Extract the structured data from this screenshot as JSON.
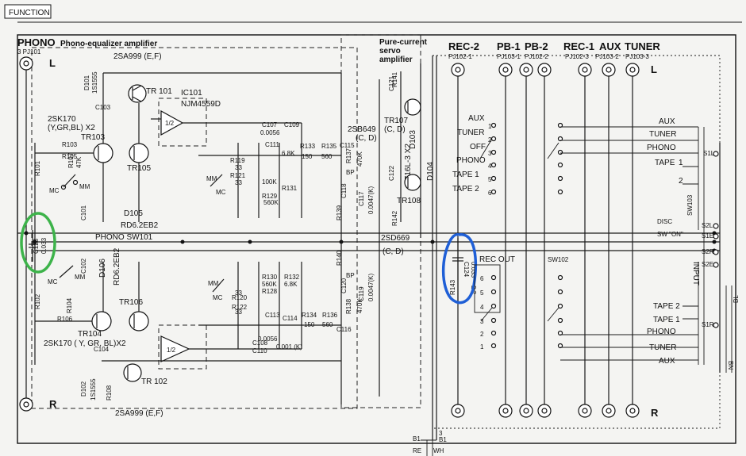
{
  "header": {
    "section_label": "FUNCTION"
  },
  "colors": {
    "green_circle": "#3db34a",
    "blue_circle": "#1f5fd6"
  },
  "left": {
    "phono_title": "PHONO",
    "phono_subtitle": "Phono-equalizer amplifier",
    "jack": "3 PJ101",
    "ch_L": "L",
    "ch_R": "R",
    "q_2sa999_top": "2SA999 (E,F)",
    "q_2sa999_bot": "2SA999 (E,F)",
    "d101": "D101",
    "d101_part": "1S1555",
    "d102": "D102",
    "d102_part": "1S1555",
    "tr101": "TR 101",
    "tr102": "TR 102",
    "tr103": "TR103",
    "tr104": "TR104",
    "tr105": "TR105",
    "tr106": "TR106",
    "q_2sk170_top_a": "2SK170",
    "q_2sk170_top_b": "(Y,GR,BL) X2",
    "q_2sk170_bot": "2SK170 ( Y, GR, BL)X2",
    "ic101": "IC101",
    "ic_part": "NJM4559D",
    "half": "1/2",
    "d105": "D105",
    "d105_part": "RD6.2EB2",
    "d106": "D106",
    "d106_part": "RD6.2EB2",
    "c123": "C123",
    "c123_val": "0.033",
    "sw101": "PHONO SW101",
    "mc": "MC",
    "mm": "MM",
    "r103": "R103",
    "r105": "R105",
    "r107": "R107",
    "r101": "R101",
    "r102": "R102",
    "r104": "R104",
    "r106": "R106",
    "r108": "R108",
    "c101": "C101",
    "c102": "C102",
    "c103": "C103",
    "c104": "C104",
    "r119": "R119",
    "r121": "R121",
    "r120": "R120",
    "r122": "R122",
    "r128": "R128",
    "r129": "R129",
    "r130": "R130",
    "r131": "R131",
    "r132": "R132",
    "r133": "R133",
    "r134": "R134",
    "r135": "R135",
    "r136": "R136",
    "c107": "C107",
    "c109": "C109",
    "c108": "C108",
    "c110": "C110",
    "c111": "C111",
    "c113": "C113",
    "c114": "C114",
    "c115": "C115",
    "c116": "C116",
    "val_33a": "33",
    "val_33b": "33",
    "val_33c": "33",
    "val_33d": "33",
    "val_150a": "150",
    "val_150b": "150",
    "val_560a": "560",
    "val_560b": "560",
    "val_560k": "560K",
    "val_100k": "100K",
    "val_68k": "6.8K",
    "val_0056": "0.0056",
    "val_0001": "0.001 (K)",
    "val_47k": "47K"
  },
  "middle": {
    "servo_title_1": "Pure-current",
    "servo_title_2": "servo",
    "servo_title_3": "amplifier",
    "q_2sb649": "2SB649",
    "q_2sb649_grade": "(C, D)",
    "q_2sd669": "2SD669",
    "q_2sd669_grade": "(C, D)",
    "tr107": "TR107",
    "tr107_grade": "(C, D)",
    "tr108": "TR108",
    "d103": "D103",
    "d104": "D104",
    "hz": "HZ16L-3 X2",
    "c118": "C118",
    "c117": "C117",
    "c119": "C119",
    "c120": "C120",
    "c121": "C121",
    "c122": "C122",
    "r137": "R137",
    "r138": "R138",
    "r139": "R139",
    "r140": "R140",
    "r141": "R141",
    "r142": "R142",
    "val_470k": "470K",
    "val_bp": "BP",
    "val_00047": "0.0047(K)"
  },
  "right": {
    "rec2": "REC-2",
    "rec2_jack": "PJ102-1",
    "pb1": "PB-1",
    "pb1_jack": "PJ103-1",
    "pb2": "PB-2",
    "pb2_jack": "PJ102-2",
    "rec1": "REC-1",
    "rec1_jack": "PJ102-3",
    "aux": "AUX",
    "aux_jack": "PJ103-2",
    "tuner": "TUNER",
    "tuner_jack": "PJ103-3",
    "ch_L": "L",
    "ch_R": "R",
    "sel_aux": "AUX",
    "sel_tuner": "TUNER",
    "sel_off": "OFF",
    "sel_phono": "PHONO",
    "sel_tape1": "TAPE 1",
    "sel_tape2": "TAPE 2",
    "c124": "C124",
    "c124_val": "0.033",
    "r143": "R143",
    "r143_val": "2.2",
    "rec_out": "REC  OUT",
    "sw102": "SW102",
    "out_aux": "AUX",
    "out_tuner": "TUNER",
    "out_phono": "PHONO",
    "out_tape1_a": "TAPE",
    "out_tape1_b": "1",
    "out_tape2_b": "2",
    "out_disc": "DISC",
    "out_sw_on": "SW \"ON\"",
    "in_tape2": "TAPE  2",
    "in_tape1": "TAPE  1",
    "in_phono": "PHONO",
    "in_tuner": "TUNER",
    "in_aux": "AUX",
    "input": "INPUT",
    "sw103": "SW103",
    "s1l": "S1L",
    "s2l": "S2L",
    "s1e": "S1E",
    "s2r": "S2R",
    "s2e": "S2E",
    "s1r": "S1R",
    "b1a": "B1",
    "b1b": "B1",
    "re": "RE",
    "wh": "WH",
    "bn": "BN",
    "b3": "3",
    "bl": "BL",
    "n1": "1",
    "n2": "2",
    "n3": "3",
    "n4": "4",
    "n5": "5",
    "n6": "6"
  }
}
